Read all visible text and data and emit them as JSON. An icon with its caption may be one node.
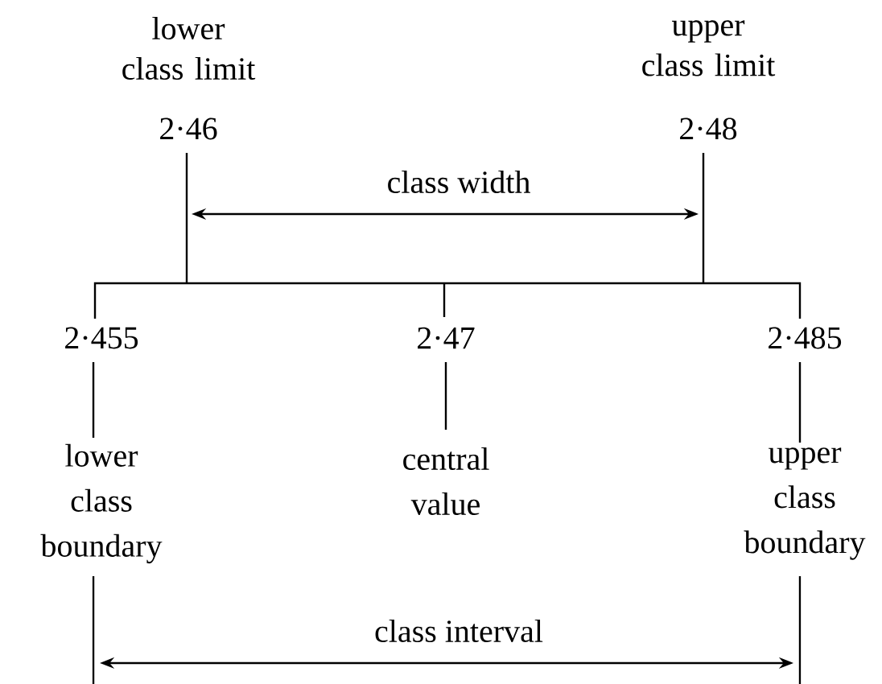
{
  "diagram": {
    "labels": [
      "lower class limit",
      "upper class limit",
      "2·46",
      "2·48",
      "class width",
      "2·455",
      "2·47",
      "2·485",
      "lower class boundary",
      "central value",
      "upper class boundary",
      "class interval"
    ]
  }
}
